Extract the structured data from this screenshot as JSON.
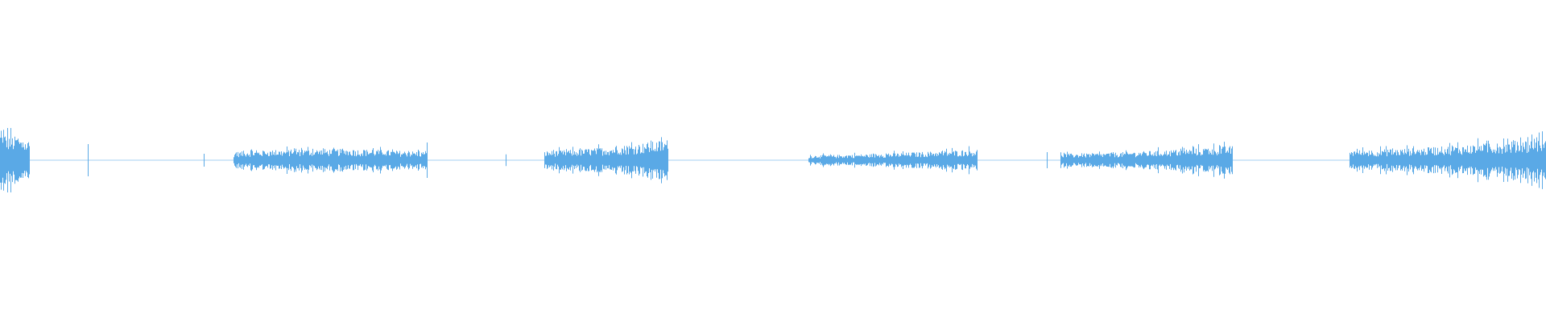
{
  "waveform": {
    "color": "#5AA9E6",
    "background": "#FFFFFF",
    "duration_fraction_segments": [
      {
        "name": "burst-1",
        "start": 0.0,
        "end": 0.019,
        "amplitude": 0.9,
        "profile": "tail"
      },
      {
        "name": "burst-2",
        "start": 0.151,
        "end": 0.276,
        "amplitude": 0.35,
        "profile": "flat"
      },
      {
        "name": "burst-3",
        "start": 0.352,
        "end": 0.432,
        "amplitude": 0.65,
        "profile": "rise"
      },
      {
        "name": "burst-4",
        "start": 0.523,
        "end": 0.632,
        "amplitude": 0.35,
        "profile": "rise"
      },
      {
        "name": "burst-5",
        "start": 0.686,
        "end": 0.797,
        "amplitude": 0.45,
        "profile": "rise"
      },
      {
        "name": "burst-6",
        "start": 0.873,
        "end": 1.0,
        "amplitude": 0.7,
        "profile": "rise"
      }
    ],
    "transients": [
      {
        "name": "spike-1",
        "at": 0.057,
        "amplitude": 0.5
      },
      {
        "name": "spike-2",
        "at": 0.132,
        "amplitude": 0.2
      },
      {
        "name": "spike-3",
        "at": 0.276,
        "amplitude": 0.55
      },
      {
        "name": "spike-4",
        "at": 0.327,
        "amplitude": 0.18
      },
      {
        "name": "spike-5",
        "at": 0.677,
        "amplitude": 0.25
      }
    ]
  }
}
